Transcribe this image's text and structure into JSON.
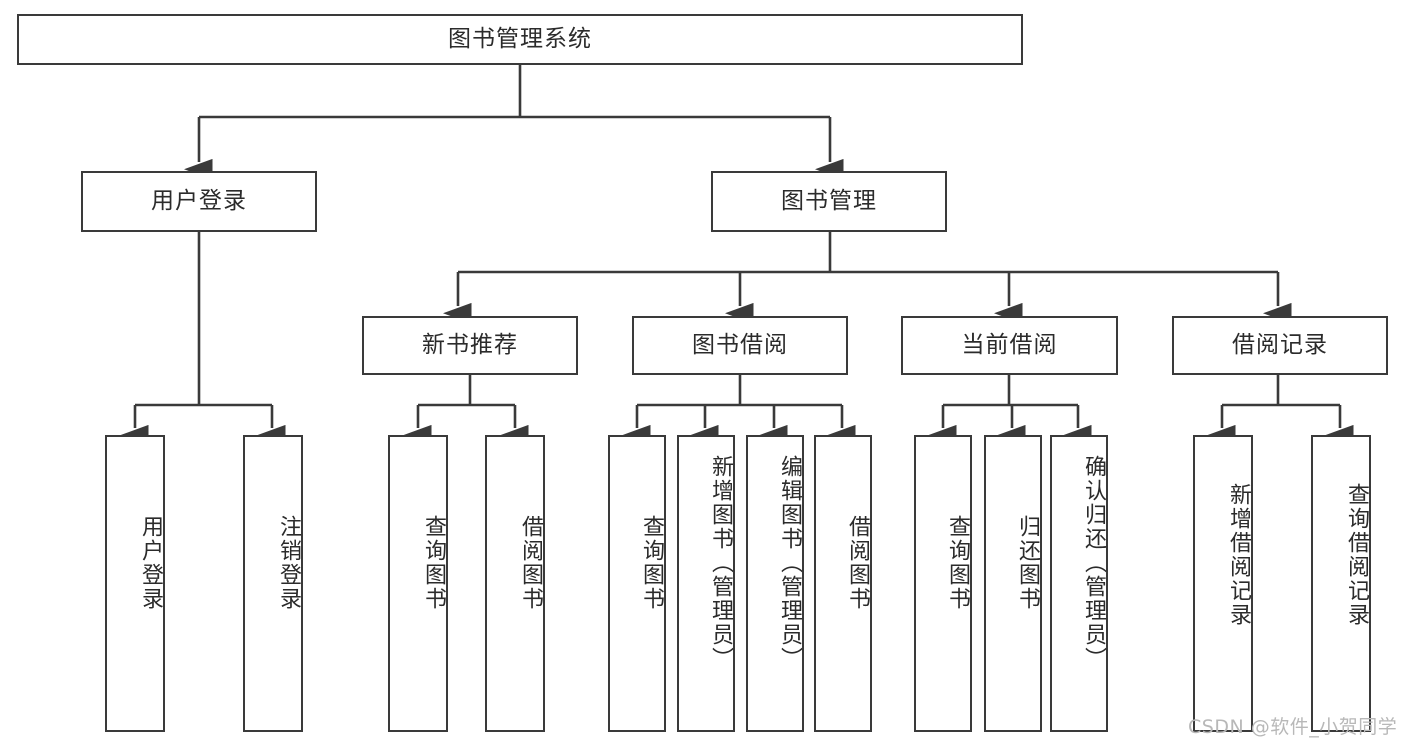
{
  "diagram": {
    "title": "图书管理系统",
    "root": {
      "label": "图书管理系统"
    },
    "level2": [
      {
        "label": "用户登录"
      },
      {
        "label": "图书管理"
      }
    ],
    "level3": [
      {
        "label": "新书推荐"
      },
      {
        "label": "图书借阅"
      },
      {
        "label": "当前借阅"
      },
      {
        "label": "借阅记录"
      }
    ],
    "leaves": {
      "user_login": [
        {
          "label": "用户登录"
        },
        {
          "label": "注销登录"
        }
      ],
      "new_book_recommend": [
        {
          "label": "查询图书"
        },
        {
          "label": "借阅图书"
        }
      ],
      "book_borrow": [
        {
          "label": "查询图书"
        },
        {
          "label": "新增图书（管理员）"
        },
        {
          "label": "编辑图书（管理员）"
        },
        {
          "label": "借阅图书"
        }
      ],
      "current_borrow": [
        {
          "label": "查询图书"
        },
        {
          "label": "归还图书"
        },
        {
          "label": "确认归还（管理员）"
        }
      ],
      "borrow_record": [
        {
          "label": "新增借阅记录"
        },
        {
          "label": "查询借阅记录"
        }
      ]
    }
  },
  "watermark": {
    "text": "CSDN @软件_小贺同学"
  },
  "colors": {
    "stroke": "#3a3a3a",
    "text": "#2b2b2b",
    "background": "#ffffff",
    "watermark": "#b8b8b8"
  }
}
